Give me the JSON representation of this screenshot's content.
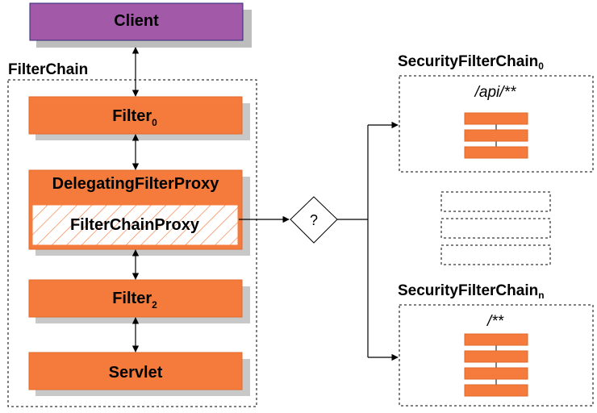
{
  "client": {
    "label": "Client"
  },
  "filter_chain": {
    "title": "FilterChain",
    "filter0": {
      "label": "Filter",
      "sub": "0"
    },
    "delegating": {
      "label": "DelegatingFilterProxy"
    },
    "proxy": {
      "label": "FilterChainProxy"
    },
    "filter2": {
      "label": "Filter",
      "sub": "2"
    },
    "servlet": {
      "label": "Servlet"
    }
  },
  "decision": {
    "label": "?"
  },
  "security_chains": [
    {
      "title": "SecurityFilterChain",
      "sub": "0",
      "pattern": "/api/**",
      "filter_count": 3
    },
    {
      "title": "SecurityFilterChain",
      "sub": "n",
      "pattern": "/**",
      "filter_count": 4
    }
  ],
  "placeholder_chain_count": 3,
  "colors": {
    "client_fill": "#a259a8",
    "client_stroke": "#2a2a7a",
    "filter_fill": "#f47b3b",
    "filter_stroke": "#e06a2a",
    "shadow": "#c8c8c8",
    "hatch": "#f47b3b"
  }
}
